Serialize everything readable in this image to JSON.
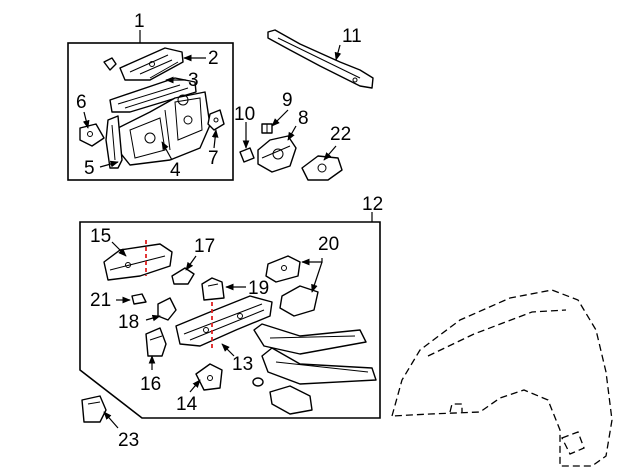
{
  "callouts": {
    "c1": "1",
    "c2": "2",
    "c3": "3",
    "c4": "4",
    "c5": "5",
    "c6": "6",
    "c7": "7",
    "c8": "8",
    "c9": "9",
    "c10": "10",
    "c11": "11",
    "c12": "12",
    "c13": "13",
    "c14": "14",
    "c15": "15",
    "c16": "16",
    "c17": "17",
    "c18": "18",
    "c19": "19",
    "c20": "20",
    "c21": "21",
    "c22": "22",
    "c23": "23"
  },
  "colors": {
    "line": "#000000",
    "cut_mark": "#e02020",
    "background": "#ffffff"
  }
}
